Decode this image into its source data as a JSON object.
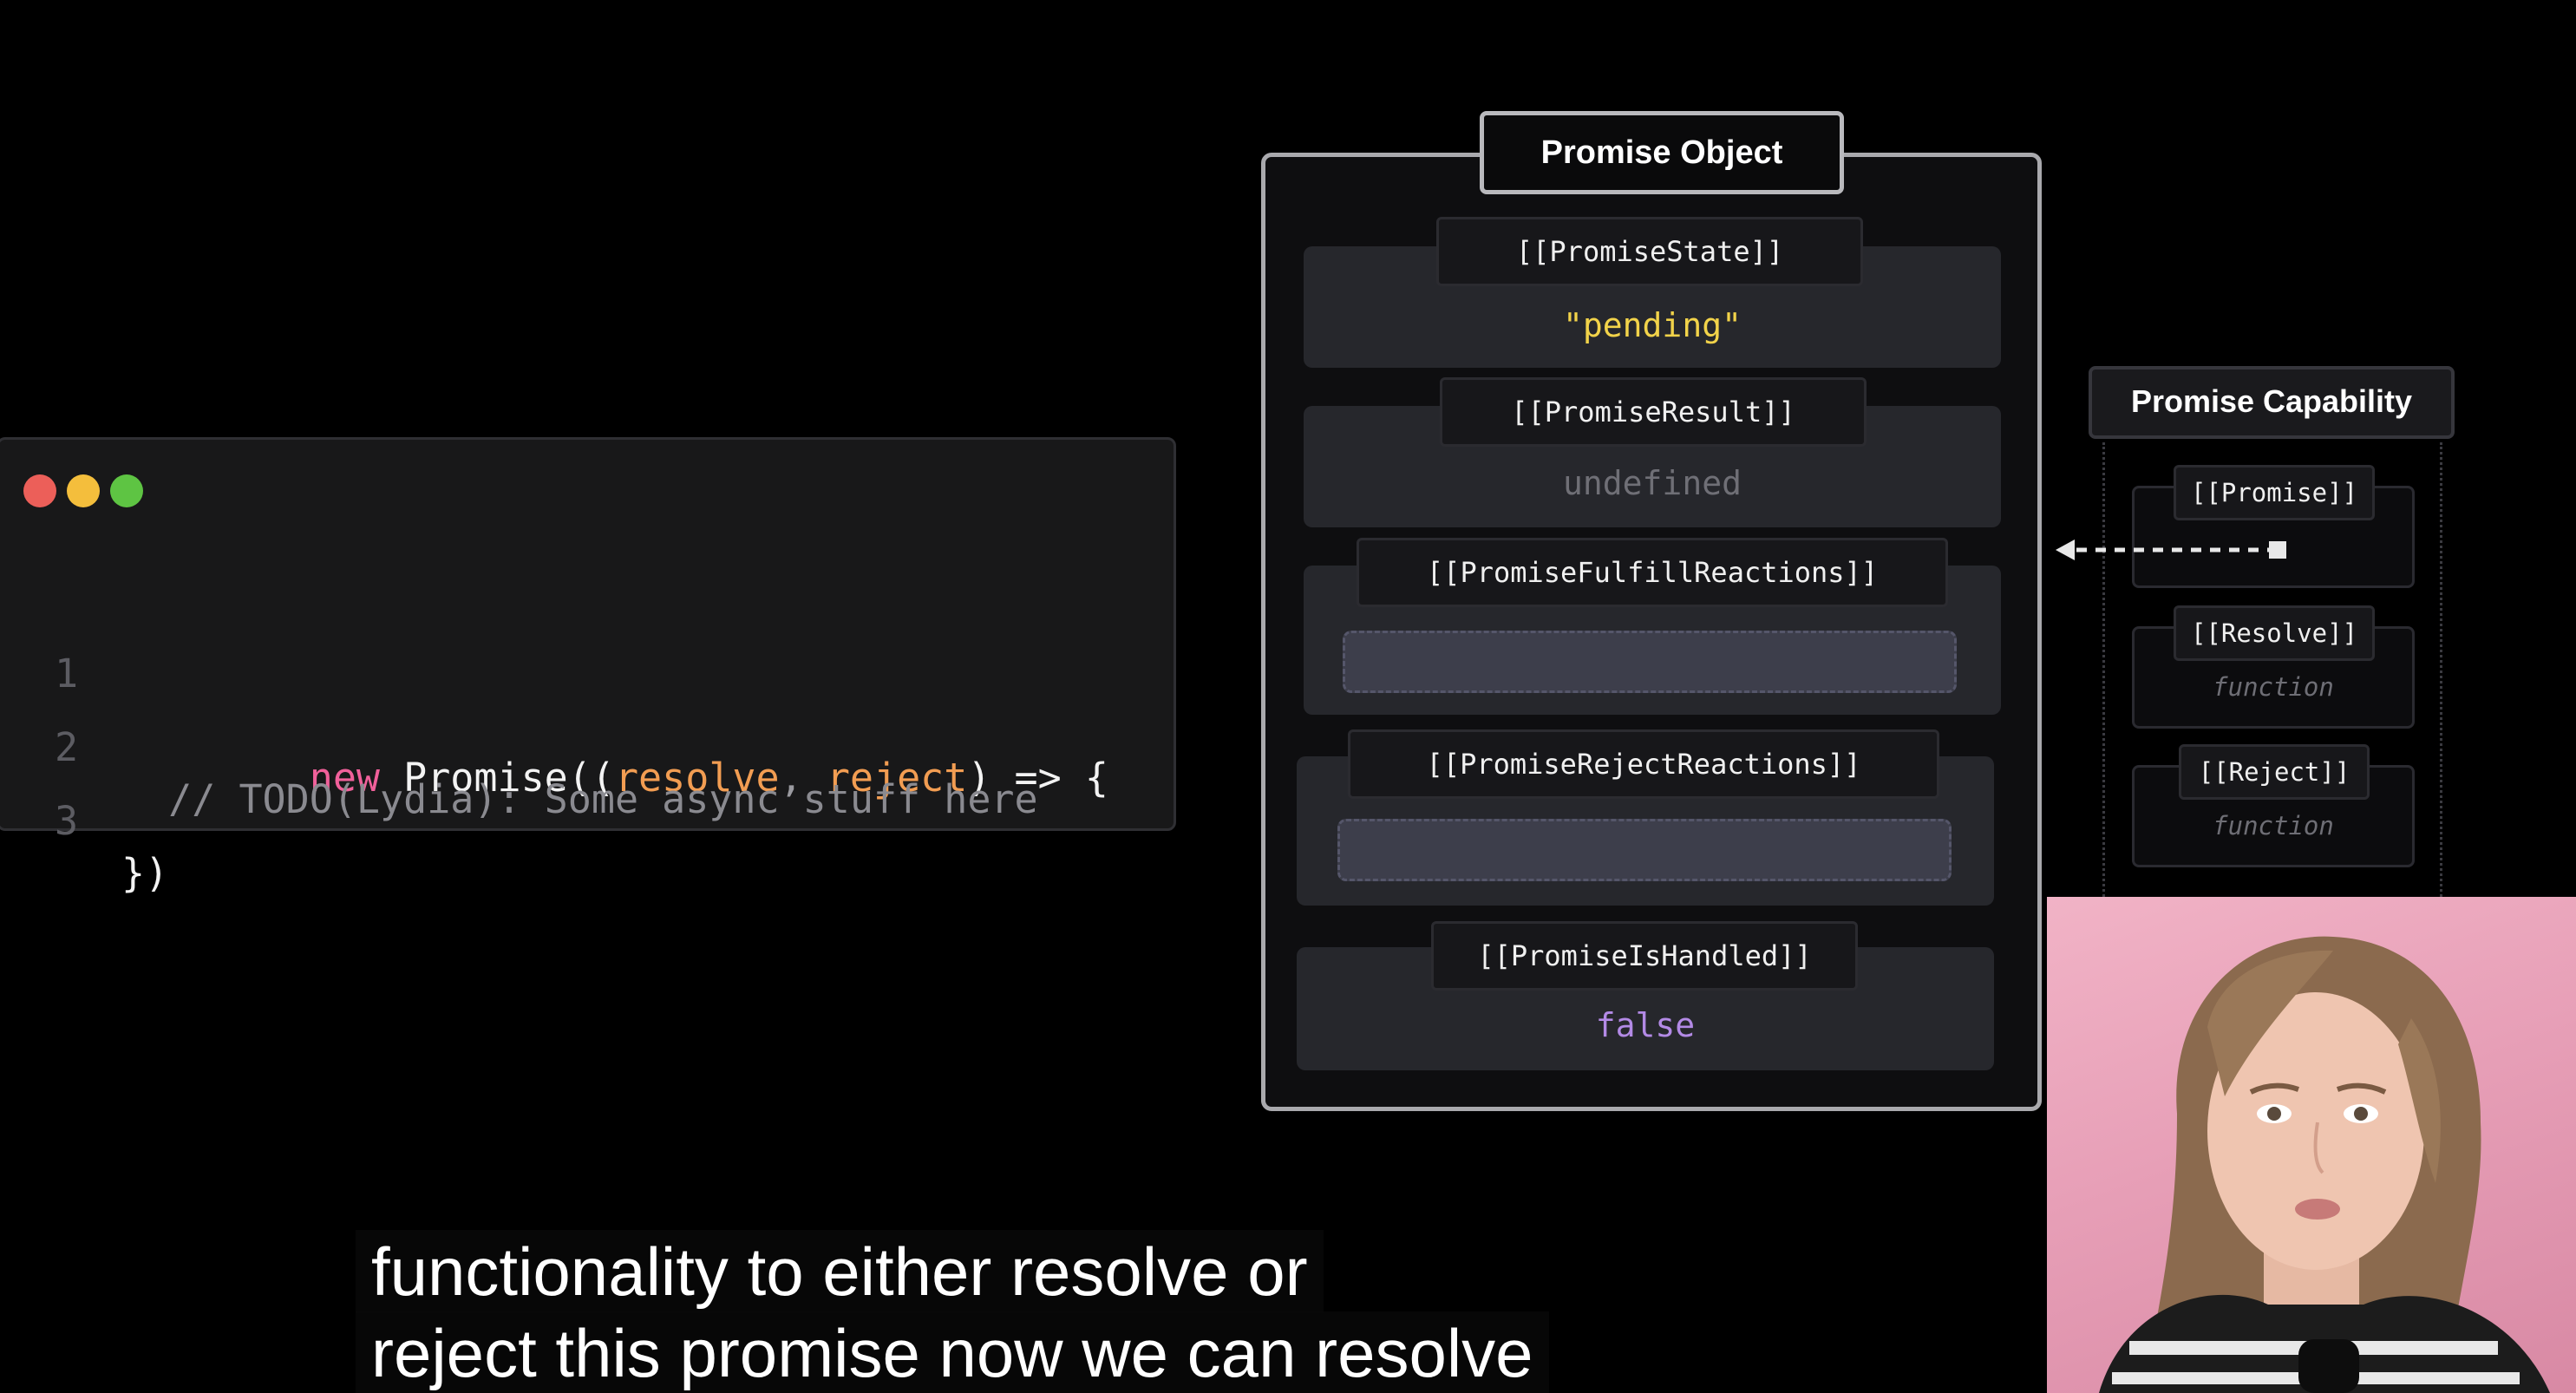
{
  "editor": {
    "traffic_lights": {
      "red": "#ec5f59",
      "yellow": "#f4be3c",
      "green": "#5ec443"
    },
    "lines": [
      {
        "num": "1",
        "tokens": [
          {
            "t": "new",
            "c": "kw"
          },
          {
            "t": " Promise((",
            "c": ""
          },
          {
            "t": "resolve",
            "c": "param"
          },
          {
            "t": ", ",
            "c": "punc"
          },
          {
            "t": "reject",
            "c": "param"
          },
          {
            "t": ") => {",
            "c": ""
          }
        ]
      },
      {
        "num": "2",
        "tokens": [
          {
            "t": "  // TODO(Lydia): Some async stuff here",
            "c": "comment"
          }
        ]
      },
      {
        "num": "3",
        "tokens": [
          {
            "t": "})",
            "c": ""
          }
        ]
      }
    ]
  },
  "promise_object": {
    "title": "Promise Object",
    "slots": [
      {
        "label": "[[PromiseState]]",
        "value": "\"pending\"",
        "value_color": "#f2d34a"
      },
      {
        "label": "[[PromiseResult]]",
        "value": "undefined",
        "value_color": "#6f6f76"
      },
      {
        "label": "[[PromiseFulfillReactions]]",
        "value": ""
      },
      {
        "label": "[[PromiseRejectReactions]]",
        "value": ""
      },
      {
        "label": "[[PromiseIsHandled]]",
        "value": "false",
        "value_color": "#b38ae6"
      }
    ]
  },
  "promise_capability": {
    "title": "Promise Capability",
    "slots": [
      {
        "label": "[[Promise]]",
        "value": ""
      },
      {
        "label": "[[Resolve]]",
        "value": "function"
      },
      {
        "label": "[[Reject]]",
        "value": "function"
      }
    ]
  },
  "subtitles": {
    "line1": "functionality to either resolve or",
    "line2": "reject this promise now we can resolve"
  }
}
